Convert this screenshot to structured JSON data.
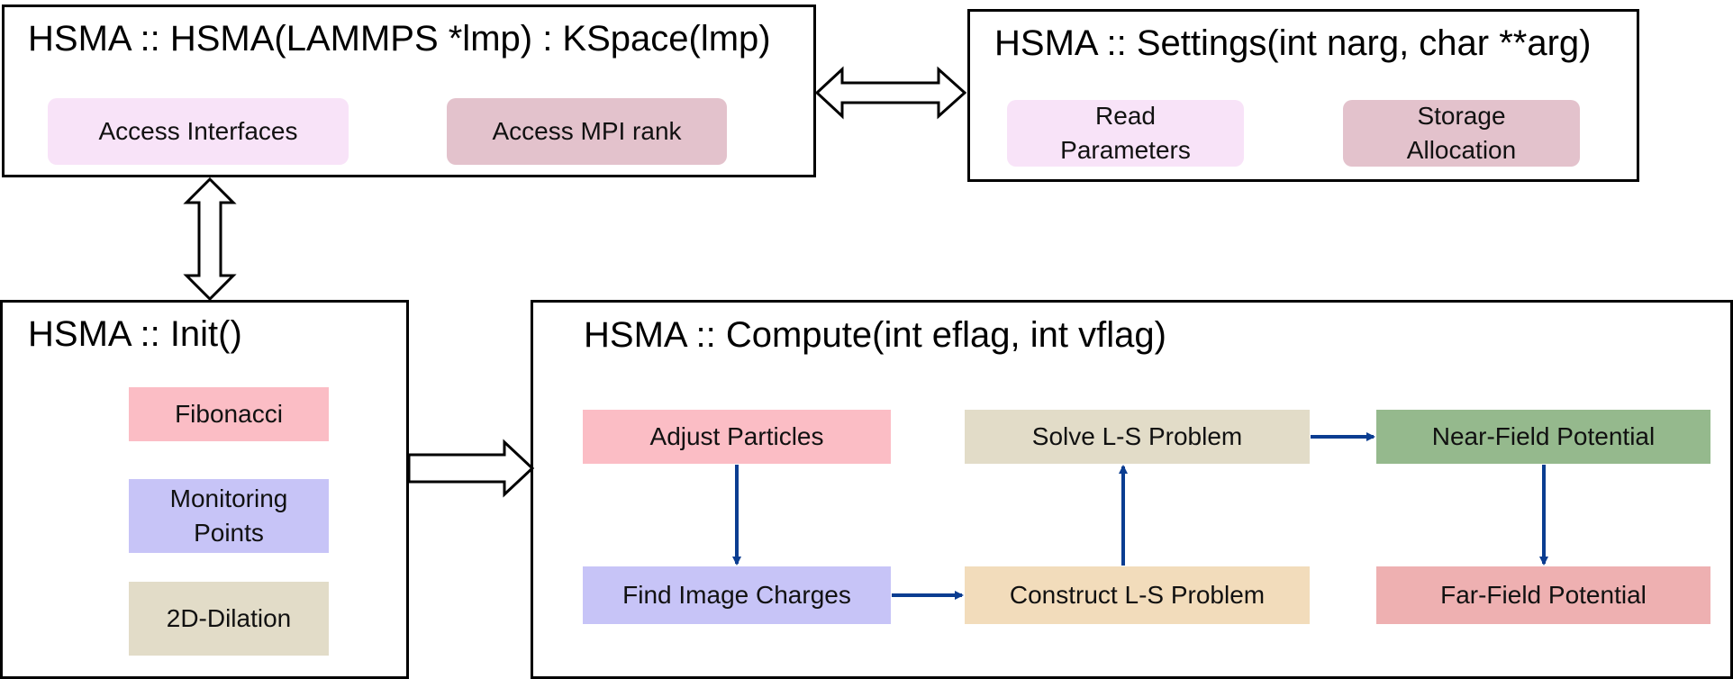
{
  "colors": {
    "pink_light": "#f8e3f8",
    "mauve": "#e3c2cc",
    "pink": "#fbbdc5",
    "lavender": "#c7c4f7",
    "beige": "#e2dcc8",
    "peach": "#f2dcbb",
    "green": "#95b98d",
    "rose": "#eeb0b1",
    "arrow_blue": "#0a3d91",
    "border": "#000000"
  },
  "panels": {
    "constructor": {
      "title": "HSMA :: HSMA(LAMMPS *lmp) : KSpace(lmp)",
      "boxes": [
        "Access Interfaces",
        "Access MPI rank"
      ]
    },
    "settings": {
      "title": "HSMA :: Settings(int narg, char **arg)",
      "boxes": [
        "Read\nParameters",
        "Storage\nAllocation"
      ]
    },
    "init": {
      "title": "HSMA :: Init()",
      "boxes": [
        "Fibonacci",
        "Monitoring\nPoints",
        "2D-Dilation"
      ]
    },
    "compute": {
      "title": "HSMA :: Compute(int eflag, int vflag)",
      "boxes": {
        "adjust": "Adjust Particles",
        "find": "Find Image Charges",
        "construct": "Construct L-S Problem",
        "solve": "Solve L-S Problem",
        "near": "Near-Field Potential",
        "far": "Far-Field Potential"
      }
    }
  }
}
